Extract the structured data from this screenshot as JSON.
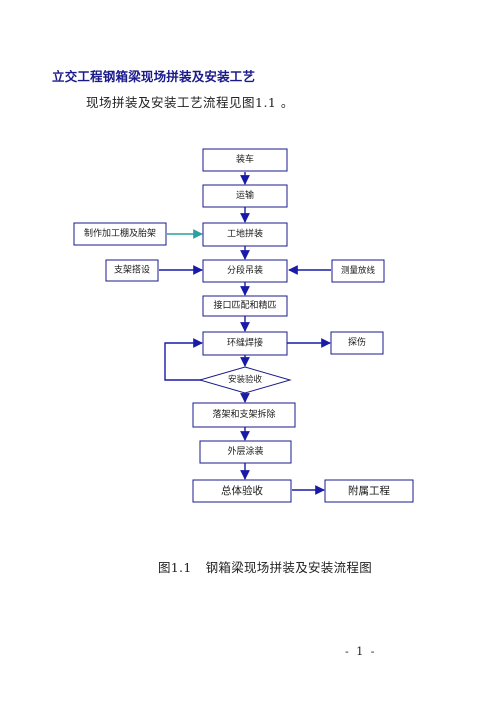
{
  "document": {
    "heading": "立交工程钢箱梁现场拼装及安装工艺",
    "intro": "现场拼装及安装工艺流程见图1.1 。",
    "caption_number": "图1.1",
    "caption_text": "钢箱梁现场拼装及安装流程图",
    "page_number": "- 1 -"
  },
  "flowchart": {
    "main_steps": [
      {
        "id": "zhuangche",
        "label": "装车",
        "shape": "rect"
      },
      {
        "id": "yunshu",
        "label": "运输",
        "shape": "rect"
      },
      {
        "id": "gongdi",
        "label": "工地拼装",
        "shape": "rect"
      },
      {
        "id": "fenduan",
        "label": "分段吊装",
        "shape": "rect"
      },
      {
        "id": "jiekou",
        "label": "接口匹配和精匹",
        "shape": "rect"
      },
      {
        "id": "huanfeng",
        "label": "环缝焊接",
        "shape": "rect"
      },
      {
        "id": "anzhuang",
        "label": "安装验收",
        "shape": "diamond"
      },
      {
        "id": "luojia",
        "label": "落架和支架拆除",
        "shape": "rect"
      },
      {
        "id": "waiceng",
        "label": "外层涂装",
        "shape": "rect"
      },
      {
        "id": "zongti",
        "label": "总体验收",
        "shape": "rect"
      }
    ],
    "side_steps": [
      {
        "id": "zhizuo",
        "label": "制作加工棚及胎架",
        "target": "gongdi",
        "direction": "into"
      },
      {
        "id": "zhijia",
        "label": "支架搭设",
        "target": "fenduan",
        "direction": "into"
      },
      {
        "id": "celiang",
        "label": "测量放线",
        "target": "fenduan",
        "direction": "into"
      },
      {
        "id": "tanshang",
        "label": "探伤",
        "source": "huanfeng",
        "direction": "out"
      },
      {
        "id": "fushu",
        "label": "附属工程",
        "source": "zongti",
        "direction": "out"
      }
    ],
    "colors": {
      "box_border": "#1a1a8c",
      "arrow": "#1a1aa8",
      "teal_arrow": "#2aa0a0"
    }
  }
}
